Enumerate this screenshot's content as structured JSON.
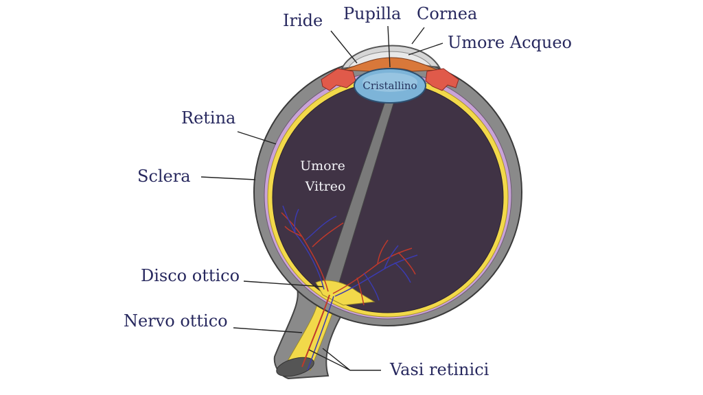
{
  "diagram": {
    "labels": {
      "iride": "Iride",
      "pupilla": "Pupilla",
      "cornea": "Cornea",
      "umore_acqueo": "Umore Acqueo",
      "retina": "Retina",
      "sclera": "Sclera",
      "disco_ottico": "Disco ottico",
      "nervo_ottico": "Nervo ottico",
      "vasi_retinici": "Vasi retinici",
      "cristallino": "Cristallino",
      "umore_vitreo_line1": "Umore",
      "umore_vitreo_line2": "Vitreo"
    },
    "colors": {
      "label_text": "#27285e",
      "sclera": "#8a8a8a",
      "retina": "#f2d94a",
      "choroid": "#c9a3d8",
      "vitreous": "#403345",
      "cornea": "#d6d6d6",
      "iris": "#d9783a",
      "ciliary": "#e05a4a",
      "lens": "#7db4d8",
      "artery": "#c0392b",
      "vein": "#3b3bb0"
    }
  }
}
